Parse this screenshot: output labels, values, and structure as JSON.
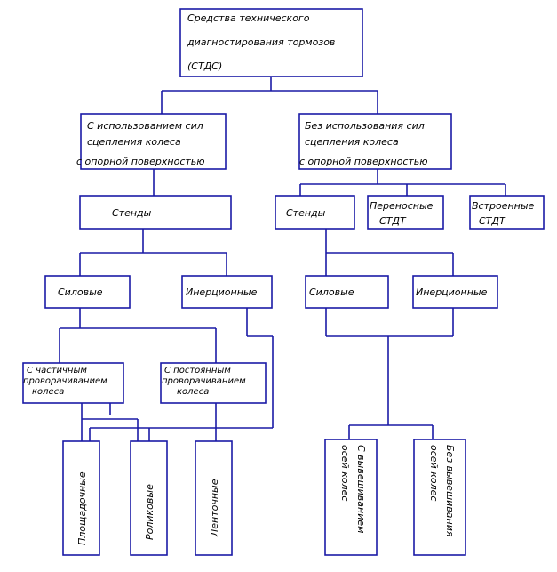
{
  "colors": {
    "line": "#1a1aa6",
    "text": "#000000",
    "background": "#ffffff"
  },
  "root": {
    "line1": "Средства технического",
    "line2": "диагностирования тормозов",
    "line3": "(СТДС)"
  },
  "with_adhesion": {
    "line1": "С использованием сил",
    "line2": "сцепления колеса",
    "line3": "с опорной поверхностью"
  },
  "without_adhesion": {
    "line1": "Без использования сил",
    "line2": "сцепления колеса",
    "line3": "с опорной поверхностью"
  },
  "left_stands": "Стенды",
  "right_stands": "Стенды",
  "portable": {
    "line1": "Переносные",
    "line2": "СТДТ"
  },
  "builtin": {
    "line1": "Встроенные",
    "line2": "СТДТ"
  },
  "left_power": "Силовые",
  "left_inertial": "Инерционные",
  "right_power": "Силовые",
  "right_inertial": "Инерционные",
  "partial_rotation": {
    "line1": "С частичным",
    "line2": "проворачиванием",
    "line3": "колеса"
  },
  "constant_rotation": {
    "line1": "С постоянным",
    "line2": "проворачиванием",
    "line3": "колеса"
  },
  "platform": "Площадочные",
  "roller": "Роликовые",
  "belt": "Ленточные",
  "with_wheel_hanging": {
    "line1": "С вывешиванием",
    "line2": "осей колес"
  },
  "without_wheel_hanging": {
    "line1": "Без вывешивания",
    "line2": "осей колес"
  }
}
